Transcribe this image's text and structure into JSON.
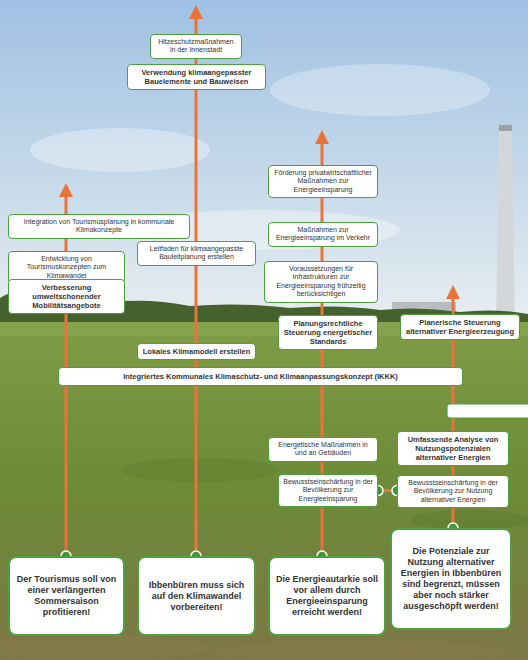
{
  "diagram": {
    "nodes": [
      {
        "text": [
          "Hitzeschutzmaßnahmen in der Innenstadt"
        ]
      },
      {
        "text": [
          "Verwendung klimaangepasster Bauelemente und Bauweisen"
        ]
      },
      {
        "text": [
          "Förderung privatwirtschaftlicher Maßnahmen zur Energieeinsparung"
        ]
      },
      {
        "text": [
          "Integration von Tourismusplanung in kommunale Klimakonzepte"
        ]
      },
      {
        "text": [
          "Maßnahmen zur Energieeinsparung im Verkehr"
        ]
      },
      {
        "text": [
          "Leitfaden für klimaangepasste Bauleitplanung erstellen"
        ]
      },
      {
        "text": [
          "Entwicklung von Tourismuskonzepten zum Klimawandel"
        ]
      },
      {
        "text": [
          "Voraussetzungen für Infrastrukturen zur Energieeinsparung frühzeitig berücksichtigen"
        ]
      },
      {
        "text": [
          "Verbesserung umweltschonender Mobilitätsangebote"
        ]
      },
      {
        "text": [
          "Planungsrechtliche Steuerung energetischer Standards"
        ]
      },
      {
        "text": [
          "Planerische Steuerung alternativer Energieerzeugung"
        ]
      },
      {
        "text": [
          "Lokales Klimamodell erstellen"
        ]
      },
      {
        "text": [
          "Integriertes Kommunales Klimaschutz- und Klimaanpassungskonzept (IKKK)"
        ]
      },
      {
        "text": [
          "Energetische Maßnahmen in und an Gebäuden"
        ]
      },
      {
        "text": [
          "Umfassende Analyse von Nutzungspotenzialen alternativer Energien"
        ]
      },
      {
        "text": [
          "Bewusstseinschärfung in der Bevölkerung zur Energieeinsparung"
        ]
      },
      {
        "text": [
          "Bewusstseinschärfung in der Bevölkerung zur Nutzung alternativer Energien"
        ]
      },
      {
        "text": [
          "Die Potenziale zur Nutzung alternativer Energien in Ibbenbüren sind begrenzt, müssen aber noch stärker ausgeschöpft werden!"
        ]
      },
      {
        "text": [
          "Der Tourismus soll von einer verlängerten Sommersaison profitieren!"
        ]
      },
      {
        "text": [
          "Ibbenbüren muss sich auf den Klimawandel vorbereiten!"
        ]
      },
      {
        "text": [
          "Die Energieautarkie soll vor allem durch Energieeinsparung erreicht werden!"
        ]
      }
    ],
    "edges": [
      {
        "from": 18,
        "to": 8,
        "arrow": "none"
      },
      {
        "from": 8,
        "to": 6,
        "arrow": "none"
      },
      {
        "from": 6,
        "to": 3,
        "arrow": "none"
      },
      {
        "from": 19,
        "to": 11,
        "arrow": "none"
      },
      {
        "from": 11,
        "to": 5,
        "arrow": "none"
      },
      {
        "from": 5,
        "to": 1,
        "arrow": "none"
      },
      {
        "from": 1,
        "to": 0,
        "arrow": "none"
      },
      {
        "from": 20,
        "to": 15,
        "arrow": "none"
      },
      {
        "from": 15,
        "to": 13,
        "arrow": "none"
      },
      {
        "from": 13,
        "to": 9,
        "arrow": "none"
      },
      {
        "from": 9,
        "to": 7,
        "arrow": "none"
      },
      {
        "from": 7,
        "to": 4,
        "arrow": "none"
      },
      {
        "from": 4,
        "to": 2,
        "arrow": "none"
      },
      {
        "from": 17,
        "to": 16,
        "arrow": "none"
      },
      {
        "from": 16,
        "to": 14,
        "arrow": "none"
      },
      {
        "from": 14,
        "to": 10,
        "arrow": "none"
      },
      {
        "from": 15,
        "to": 16,
        "arrow": "none"
      }
    ]
  }
}
